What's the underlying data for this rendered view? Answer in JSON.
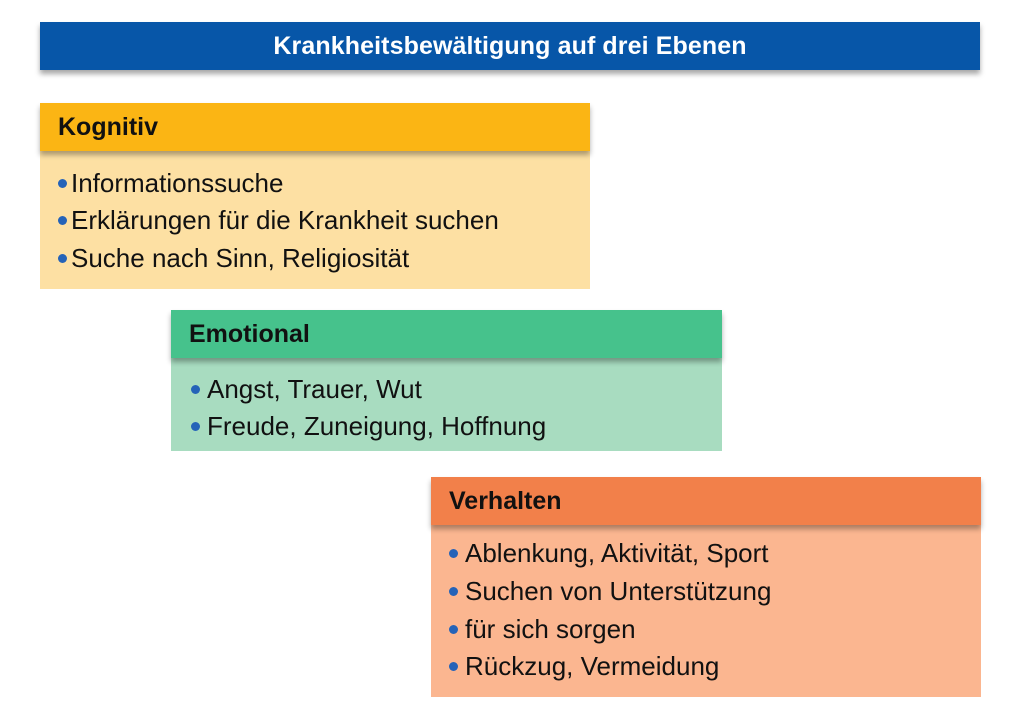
{
  "title": "Krankheitsbewältigung auf drei Ebenen",
  "colors": {
    "title_bar": "#0756a8",
    "kognitiv_header": "#fbb514",
    "kognitiv_body": "#fde0a3",
    "emotional_header": "#46c28c",
    "emotional_body": "#a8dcc0",
    "verhalten_header": "#f2804a",
    "verhalten_body": "#fbb690",
    "bullet": "#2563b8"
  },
  "blocks": [
    {
      "header": "Kognitiv",
      "items": [
        "Informationssuche",
        "Erklärungen für die Krankheit suchen",
        "Suche nach Sinn, Religiosität"
      ]
    },
    {
      "header": "Emotional",
      "items": [
        "Angst, Trauer, Wut",
        "Freude, Zuneigung, Hoffnung"
      ]
    },
    {
      "header": "Verhalten",
      "items": [
        "Ablenkung, Aktivität, Sport",
        "Suchen von Unterstützung",
        "für sich sorgen",
        "Rückzug, Vermeidung"
      ]
    }
  ]
}
